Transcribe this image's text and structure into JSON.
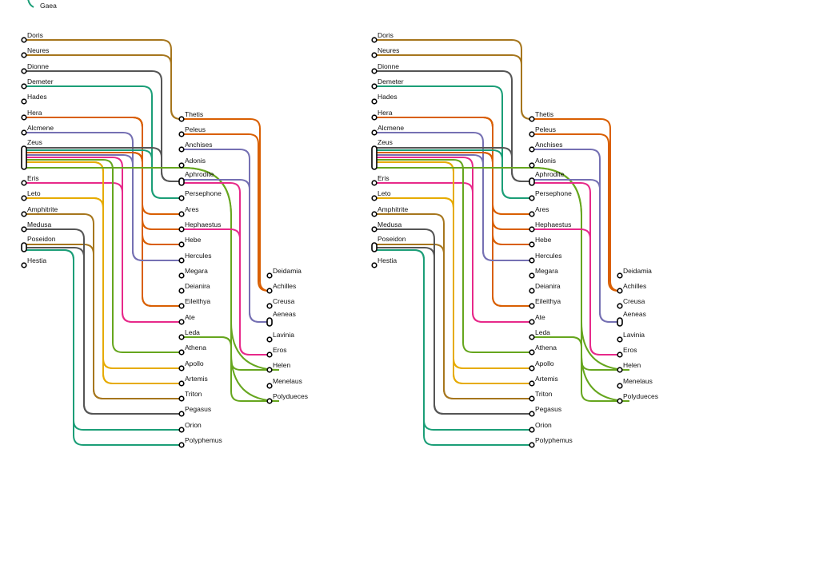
{
  "top_label": "Gaea",
  "diagram_copies": 2,
  "columns": [
    [
      "Doris",
      "Neures",
      "Dionne",
      "Demeter",
      "Hades",
      "Hera",
      "Alcmene",
      "Zeus",
      "Eris",
      "Leto",
      "Amphitrite",
      "Medusa",
      "Poseidon",
      "Hestia"
    ],
    [
      "Thetis",
      "Peleus",
      "Anchises",
      "Adonis",
      "Aphrodite",
      "Persephone",
      "Ares",
      "Hephaestus",
      "Hebe",
      "Hercules",
      "Megara",
      "Deianira",
      "Eileithya",
      "Ate",
      "Leda",
      "Athena",
      "Apollo",
      "Artemis",
      "Triton",
      "Pegasus",
      "Orion",
      "Polyphemus"
    ],
    [
      "Deidamia",
      "Achilles",
      "Creusa",
      "Aeneas",
      "Lavinia",
      "Eros",
      "Helen",
      "Menelaus",
      "Polydueces"
    ]
  ],
  "colors": {
    "brown": "#a6761d",
    "gray": "#555555",
    "teal": "#1b9e77",
    "orange": "#d95f02",
    "purple": "#7570b3",
    "pink": "#e7298a",
    "green": "#66a61e",
    "yellow": "#e6ab02"
  },
  "edges": [
    {
      "from": "Doris",
      "to": [
        "Thetis"
      ],
      "color": "brown"
    },
    {
      "from": "Neures",
      "to": [
        "Thetis"
      ],
      "color": "brown"
    },
    {
      "from": "Dionne",
      "to": [
        "Aphrodite"
      ],
      "color": "gray"
    },
    {
      "from": "Demeter",
      "to": [
        "Persephone"
      ],
      "color": "teal"
    },
    {
      "from": "Hera",
      "to": [
        "Ares",
        "Hephaestus",
        "Hebe",
        "Eileithya"
      ],
      "color": "orange"
    },
    {
      "from": "Alcmene",
      "to": [
        "Hercules"
      ],
      "color": "purple"
    },
    {
      "from": "Zeus",
      "to": [
        "Aphrodite"
      ],
      "color": "gray"
    },
    {
      "from": "Zeus",
      "to": [
        "Persephone"
      ],
      "color": "teal"
    },
    {
      "from": "Zeus",
      "to": [
        "Ares",
        "Hephaestus",
        "Hebe",
        "Eileithya"
      ],
      "color": "orange"
    },
    {
      "from": "Zeus",
      "to": [
        "Hercules"
      ],
      "color": "purple"
    },
    {
      "from": "Zeus",
      "to": [
        "Ate"
      ],
      "color": "pink"
    },
    {
      "from": "Eris",
      "to": [
        "Ate"
      ],
      "color": "pink"
    },
    {
      "from": "Zeus",
      "to": [
        "Athena"
      ],
      "color": "green"
    },
    {
      "from": "Zeus",
      "to": [
        "Apollo",
        "Artemis"
      ],
      "color": "yellow"
    },
    {
      "from": "Leto",
      "to": [
        "Apollo",
        "Artemis"
      ],
      "color": "yellow"
    },
    {
      "from": "Zeus",
      "to": [
        "Helen",
        "Polydueces"
      ],
      "color": "green"
    },
    {
      "from": "Leda",
      "to": [
        "Helen",
        "Polydueces"
      ],
      "color": "green"
    },
    {
      "from": "Amphitrite",
      "to": [
        "Triton"
      ],
      "color": "brown"
    },
    {
      "from": "Poseidon",
      "to": [
        "Triton"
      ],
      "color": "brown"
    },
    {
      "from": "Medusa",
      "to": [
        "Pegasus"
      ],
      "color": "gray"
    },
    {
      "from": "Poseidon",
      "to": [
        "Pegasus"
      ],
      "color": "gray"
    },
    {
      "from": "Poseidon",
      "to": [
        "Orion",
        "Polyphemus"
      ],
      "color": "teal"
    },
    {
      "from": "Thetis",
      "to": [
        "Achilles"
      ],
      "color": "orange"
    },
    {
      "from": "Peleus",
      "to": [
        "Achilles"
      ],
      "color": "orange"
    },
    {
      "from": "Anchises",
      "to": [
        "Aeneas"
      ],
      "color": "purple"
    },
    {
      "from": "Aphrodite",
      "to": [
        "Aeneas"
      ],
      "color": "purple"
    },
    {
      "from": "Aphrodite",
      "to": [
        "Eros"
      ],
      "color": "pink"
    },
    {
      "from": "Hephaestus",
      "to": [
        "Eros"
      ],
      "color": "pink"
    }
  ]
}
